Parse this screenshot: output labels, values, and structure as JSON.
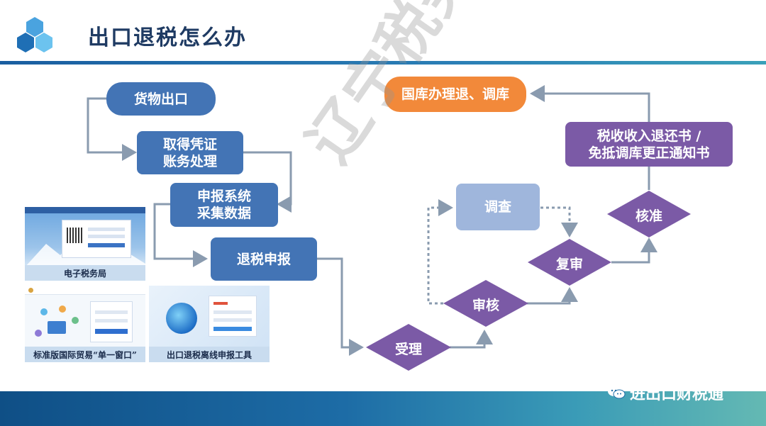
{
  "header": {
    "title": "出口退税怎么办"
  },
  "flow": {
    "goods_export": "货物出口",
    "obtain_voucher_l1": "取得凭证",
    "obtain_voucher_l2": "账务处理",
    "declare_system_l1": "申报系统",
    "declare_system_l2": "采集数据",
    "refund_declare": "退税申报",
    "accept": "受理",
    "review": "审核",
    "investigate": "调查",
    "recheck": "复审",
    "approve": "核准",
    "notice_l1": "税收收入退还书 /",
    "notice_l2": "免抵调库更正通知书",
    "treasury": "国库办理退、调库"
  },
  "screenshots": {
    "etax": "电子税务局",
    "single_window": "标准版国际贸易“单一窗口”",
    "offline_tool": "出口退税离线申报工具"
  },
  "watermark": "辽宁税务",
  "brand": "进出口财税通",
  "colors": {
    "blue": "#4374b5",
    "orange": "#f2893a",
    "purple": "#7b5aa6",
    "light": "#9fb6dc",
    "connector": "#8a9baf"
  }
}
